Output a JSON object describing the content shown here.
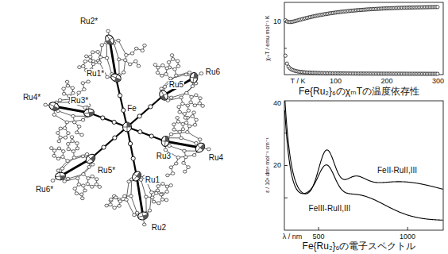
{
  "diagram": {
    "labels": [
      "Ru2*",
      "Ru1*",
      "Ru5",
      "Ru6",
      "Ru3*",
      "Fe",
      "Ru3",
      "Ru4",
      "Ru4*",
      "Ru5*",
      "Ru6*",
      "Ru1",
      "Ru2",
      "χₘT / emu mol⁻¹ K",
      "10",
      "T / K",
      "100",
      "200",
      "300",
      "Fe{Ru₂}₆のχₘTの温度依存性",
      "ε / 10³ dm³ mol⁻¹ cm⁻¹",
      "40",
      "20",
      "FeIII-RuII,III",
      "FeII-RuII,III",
      "λ / nm",
      "500",
      "1000",
      "Fe{Ru₂}₆の電子スペクトル"
    ]
  }
}
